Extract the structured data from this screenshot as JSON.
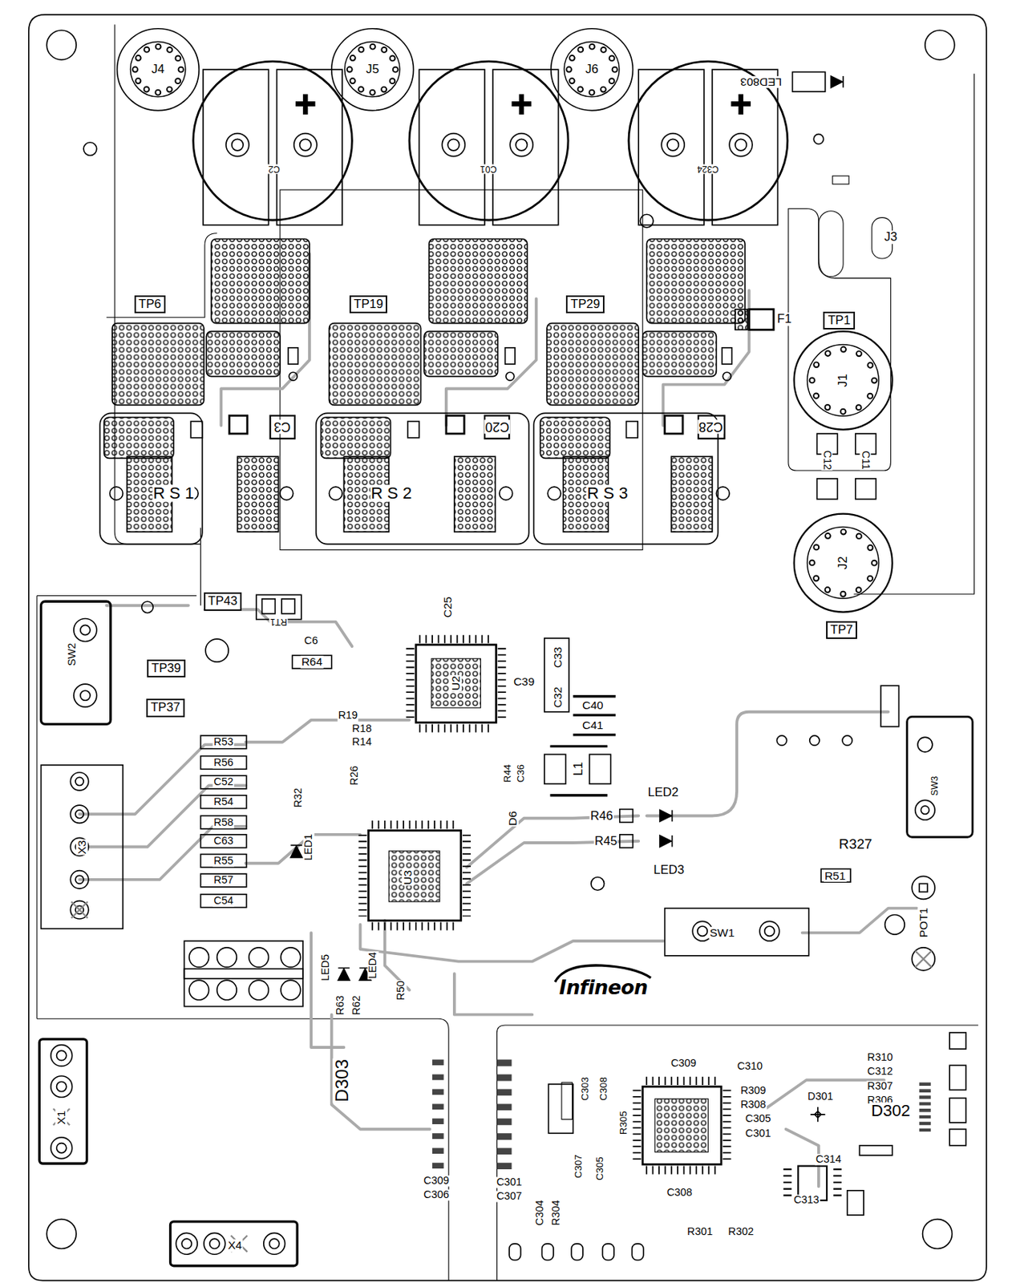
{
  "diagram": {
    "nodes": [
      {
        "text": [
          "J4"
        ]
      },
      {
        "text": [
          "J5"
        ]
      },
      {
        "text": [
          "J6"
        ]
      },
      {
        "text": [
          "TP6"
        ]
      },
      {
        "text": [
          "TP19"
        ]
      },
      {
        "text": [
          "TP29"
        ]
      },
      {
        "text": [
          "TP1"
        ]
      },
      {
        "text": [
          "J1"
        ]
      },
      {
        "text": [
          "J2"
        ]
      },
      {
        "text": [
          "TP43"
        ]
      },
      {
        "text": [
          "TP7"
        ]
      },
      {
        "text": [
          "TP39"
        ]
      },
      {
        "text": [
          "TP37"
        ]
      }
    ],
    "labels": [
      "C2",
      "C01",
      "C324",
      "LED803",
      "J3",
      "F1",
      "C3",
      "C20",
      "C28",
      "R S 1",
      "R S 2",
      "R S 3",
      "C12",
      "C11",
      "RT1",
      "C25",
      "C6",
      "R64",
      "U2",
      "C39",
      "C33",
      "C32",
      "C40",
      "C41",
      "R19",
      "R18",
      "R14",
      "R26",
      "L1",
      "R44",
      "C36",
      "LED2",
      "R46",
      "R45",
      "LED3",
      "R32",
      "LED1",
      "R53",
      "R56",
      "C52",
      "R54",
      "R58",
      "C63",
      "R55",
      "R57",
      "C54",
      "X3",
      "SW2",
      "SW3",
      "R327",
      "R51",
      "SW1",
      "POT1",
      "U3",
      "D6",
      "LED5",
      "LED4",
      "R63",
      "R62",
      "R50",
      "Infineon",
      "D303",
      "X1",
      "X4",
      "C309",
      "C306",
      "C301",
      "C307",
      "C304",
      "R304",
      "C309",
      "C310",
      "R309",
      "R308",
      "C305",
      "C301",
      "R310",
      "C312",
      "R307",
      "R306",
      "D301",
      "D302",
      "C314",
      "C313",
      "C308",
      "R301",
      "R302",
      "C303",
      "C308",
      "R305",
      "C307",
      "C305"
    ]
  }
}
